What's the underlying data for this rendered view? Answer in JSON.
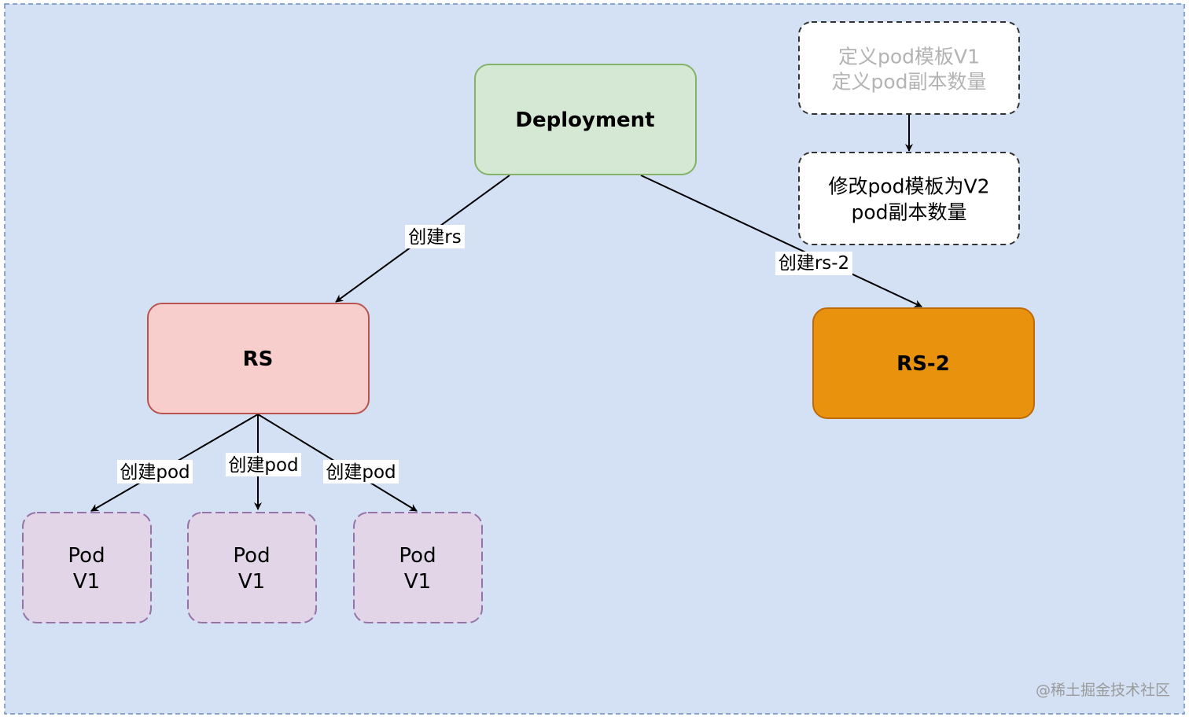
{
  "colors": {
    "canvas_fill": "#d4e1f5",
    "canvas_border": "#6c8ebf",
    "deployment_fill": "#d5e8d4",
    "deployment_stroke": "#82b366",
    "rs_fill": "#f8cecc",
    "rs_stroke": "#b85450",
    "rs2_fill": "#e8920e",
    "rs2_stroke": "#bd6b0a",
    "pod_fill": "#e1d5e7",
    "pod_stroke": "#9673a6",
    "note_fill": "#ffffff",
    "note_stroke": "#333333",
    "edge": "#000000",
    "muted_text": "#b3b3b3",
    "watermark": "#9a9a9a"
  },
  "nodes": {
    "deployment": {
      "label": "Deployment"
    },
    "rs": {
      "label": "RS"
    },
    "rs2": {
      "label": "RS-2"
    },
    "pods": [
      {
        "line1": "Pod",
        "line2": "V1"
      },
      {
        "line1": "Pod",
        "line2": "V1"
      },
      {
        "line1": "Pod",
        "line2": "V1"
      }
    ]
  },
  "notes": {
    "old_template": {
      "line1": "定义pod模板V1",
      "line2": "定义pod副本数量"
    },
    "new_template": {
      "line1": "修改pod模板为V2",
      "line2": "pod副本数量"
    }
  },
  "edges": {
    "create_rs": "创建rs",
    "create_rs2": "创建rs-2",
    "create_pod_left": "创建pod",
    "create_pod_mid": "创建pod",
    "create_pod_right": "创建pod"
  },
  "watermark": "@稀土掘金技术社区"
}
